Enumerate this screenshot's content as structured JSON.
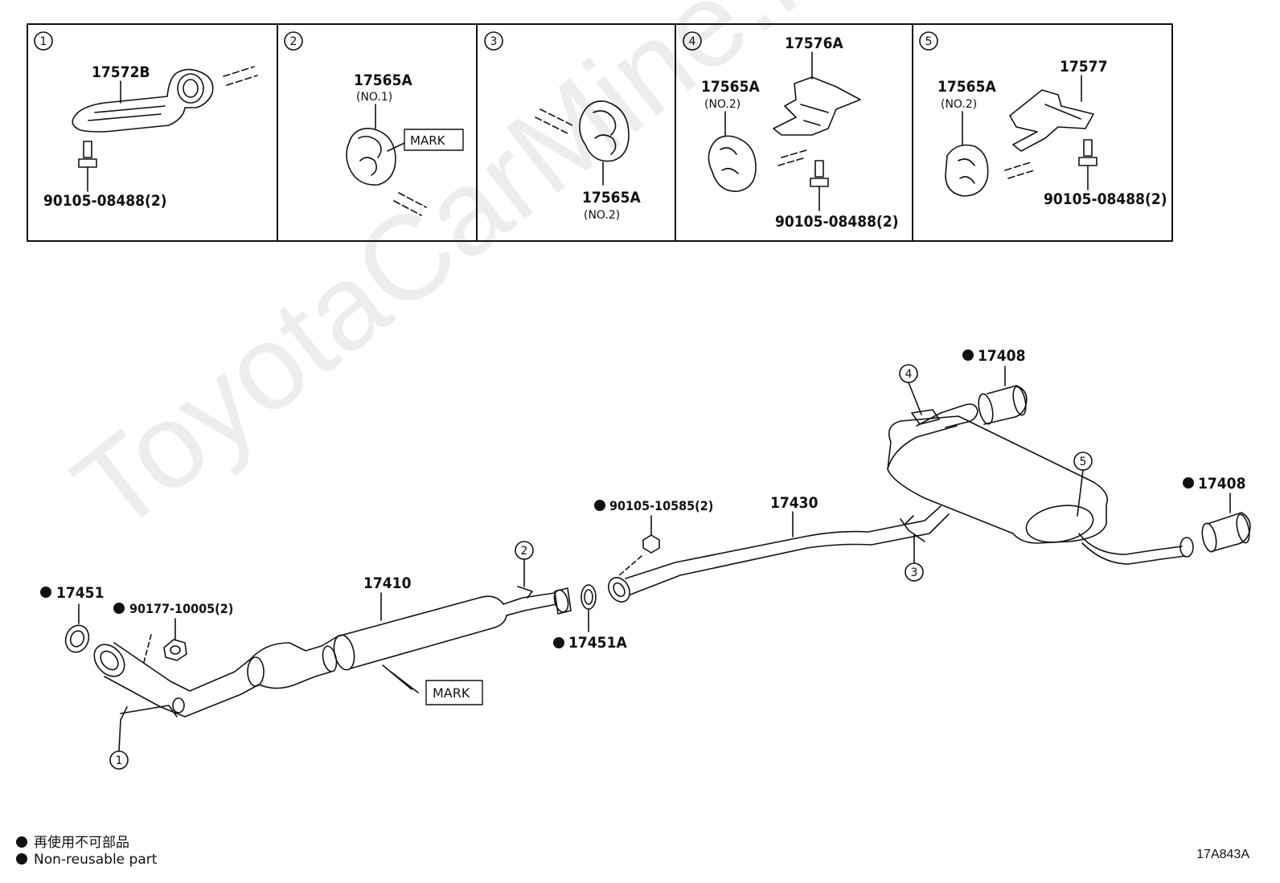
{
  "detail_boxes": [
    {
      "num": "1",
      "parts": [
        "17572B",
        "90105-08488(2)"
      ]
    },
    {
      "num": "2",
      "parts": [
        "17565A",
        "(NO.1)",
        "MARK"
      ]
    },
    {
      "num": "3",
      "parts": [
        "17565A",
        "(NO.2)"
      ]
    },
    {
      "num": "4",
      "parts": [
        "17576A",
        "17565A",
        "(NO.2)",
        "90105-08488(2)"
      ]
    },
    {
      "num": "5",
      "parts": [
        "17577",
        "17565A",
        "(NO.2)",
        "90105-08488(2)"
      ]
    }
  ],
  "main": {
    "p17451": "17451",
    "p90177": "90177-10005(2)",
    "p17410": "17410",
    "mark": "MARK",
    "p17451A": "17451A",
    "p90105b": "90105-10585(2)",
    "p17430": "17430",
    "p17408a": "17408",
    "p17408b": "17408",
    "c1": "1",
    "c2": "2",
    "c3": "3",
    "c4": "4",
    "c5": "5"
  },
  "legend": {
    "jp": "再使用不可部品",
    "en": "Non-reusable part"
  },
  "diagram_code": "17A843A",
  "watermark": "ToyotaCarMine.ru"
}
